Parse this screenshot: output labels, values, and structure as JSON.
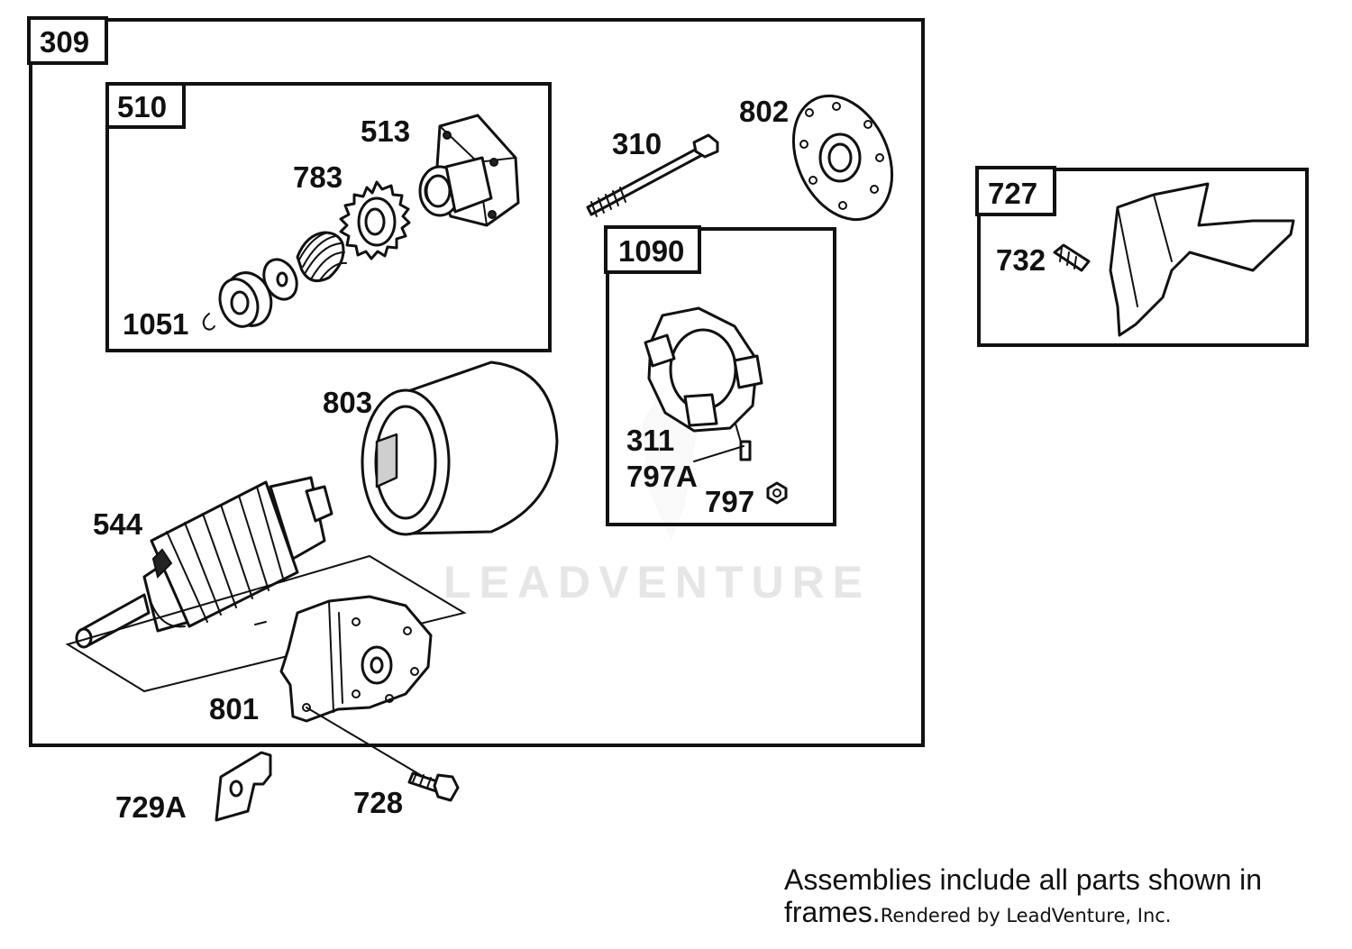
{
  "watermark": "LEADVENTURE",
  "frames": {
    "f309": "309",
    "f510": "510",
    "f1090": "1090",
    "f727": "727"
  },
  "labels": {
    "p513": "513",
    "p783": "783",
    "p1051": "1051",
    "p310": "310",
    "p802": "802",
    "p803": "803",
    "p311": "311",
    "p797A": "797A",
    "p797": "797",
    "p544": "544",
    "p801": "801",
    "p732": "732",
    "p729A": "729A",
    "p728": "728"
  },
  "note": {
    "text": "Assemblies include all parts shown in frames.",
    "rendered_by": "Rendered by LeadVenture, Inc."
  }
}
